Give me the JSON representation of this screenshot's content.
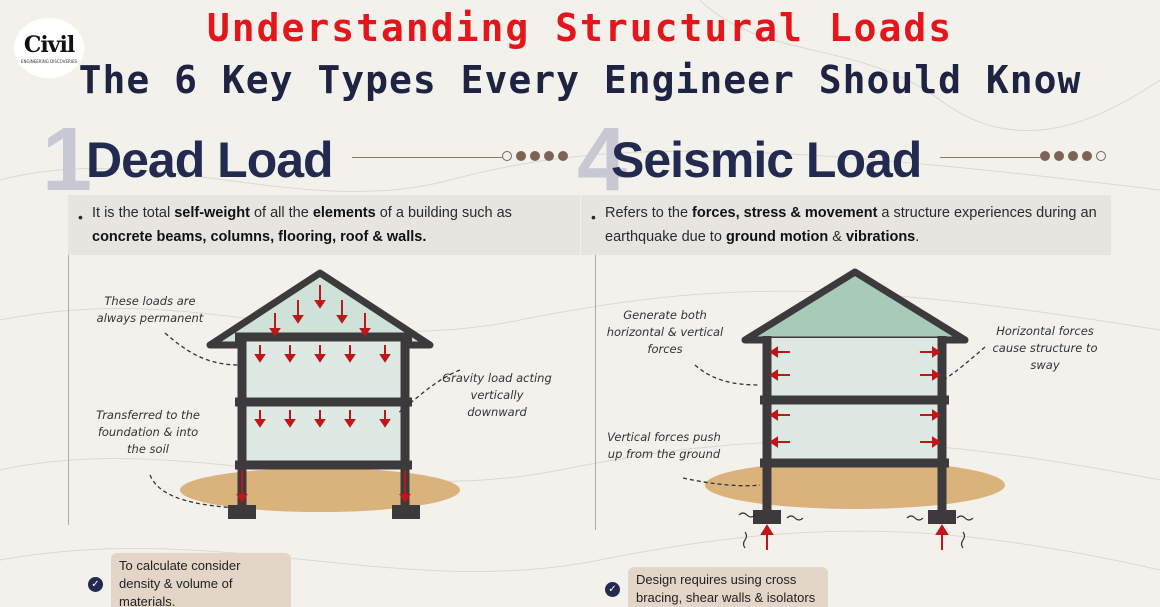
{
  "logo": {
    "text_main": "Civil",
    "text_sub": "ENGINEERING DISCOVERIES"
  },
  "title": {
    "line1": "Understanding Structural Loads",
    "line2": "The 6 Key Types Every Engineer Should Know"
  },
  "colors": {
    "title_red": "#e2161b",
    "navy": "#1d2340",
    "arrow_red": "#c0161a",
    "frame": "#3d3a3d",
    "wall_fill": "#d8e6e0",
    "soil": "#d9b27c"
  },
  "panels": [
    {
      "number": "1",
      "heading": "Dead Load",
      "description": {
        "pre": "It is the total ",
        "b1": "self-weight",
        "mid1": " of all the ",
        "b2": "elements",
        "mid2": " of a building  such as ",
        "b3": "concrete beams, columns, flooring, roof & walls."
      },
      "notes": [
        "These loads are always permanent",
        "Gravity load acting vertically downward",
        "Transferred to the foundation & into the soil"
      ],
      "tip": "To calculate consider density & volume of materials."
    },
    {
      "number": "4",
      "heading": "Seismic Load",
      "description": {
        "pre": "Refers to the ",
        "b1": "forces, stress & movement",
        "mid1": " a structure experiences during an earthquake due to ",
        "b2": "ground motion",
        "mid2": " & ",
        "b3": "vibrations",
        "post": "."
      },
      "notes": [
        "Generate both horizontal & vertical forces",
        "Horizontal forces cause structure to sway",
        "Vertical forces push up from the ground"
      ],
      "tip": "Design requires using cross bracing, shear walls & isolators"
    }
  ]
}
